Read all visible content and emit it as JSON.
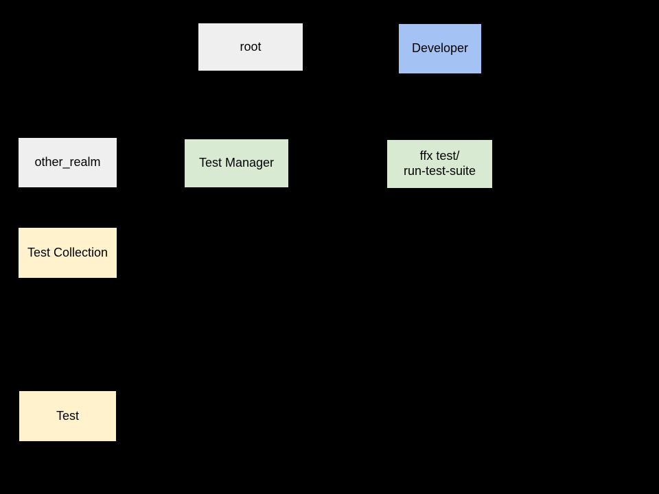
{
  "diagram": {
    "background": "#000000",
    "text_color": "#000000",
    "nodes": [
      {
        "id": "root",
        "label": "root",
        "fill": "#efefef"
      },
      {
        "id": "developer",
        "label": "Developer",
        "fill": "#a4c2f4"
      },
      {
        "id": "other_realm",
        "label": "other_realm",
        "fill": "#efefef"
      },
      {
        "id": "test_manager",
        "label": "Test Manager",
        "fill": "#d9ead3"
      },
      {
        "id": "ffx_test",
        "label": "ffx test/\nrun-test-suite",
        "fill": "#d9ead3"
      },
      {
        "id": "test_collection",
        "label": "Test Collection",
        "fill": "#fff2cc"
      },
      {
        "id": "test",
        "label": "Test",
        "fill": "#fff2cc"
      }
    ]
  }
}
